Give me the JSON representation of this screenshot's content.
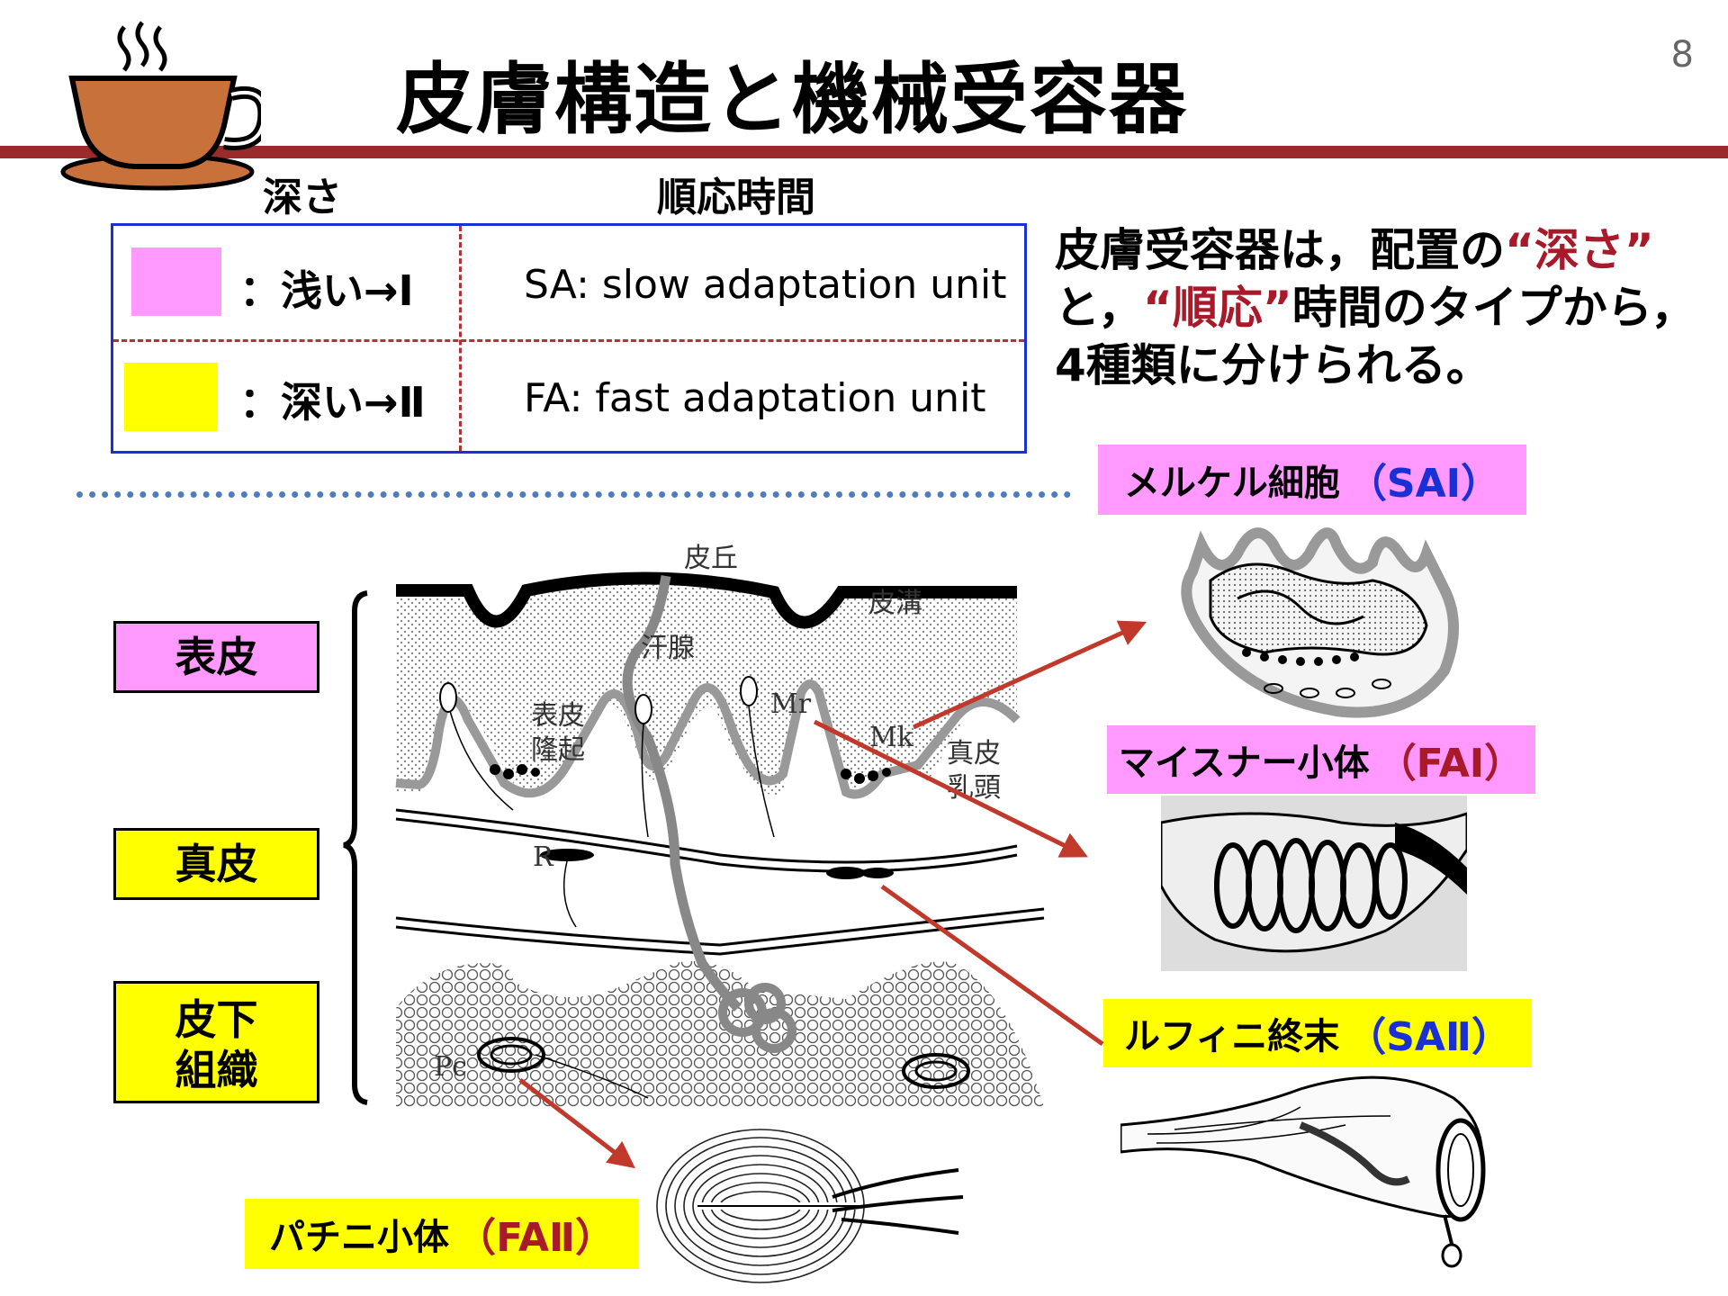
{
  "slide": {
    "title": "皮膚構造と機械受容器",
    "page_number": "8"
  },
  "legend": {
    "depth_header": "深さ",
    "adapt_header": "順応時間",
    "rows": [
      {
        "swatch_color": "#ff99ff",
        "depth_label": "：浅い→Ⅰ",
        "adapt_label": "SA: slow adaptation unit"
      },
      {
        "swatch_color": "#ffff00",
        "depth_label": "：深い→Ⅱ",
        "adapt_label": "FA: fast adaptation unit"
      }
    ]
  },
  "description": {
    "line1_pre": "皮膚受容器は，配置の",
    "line1_hl": "“深さ”",
    "line2_pre": "と，",
    "line2_hl": "“順応”",
    "line2_post": "時間のタイプから，",
    "line3": "4種類に分けられる。"
  },
  "layers": {
    "epidermis": "表皮",
    "dermis": "真皮",
    "subcutis_line1": "皮下",
    "subcutis_line2": "組織"
  },
  "diagram_labels": {
    "hikyu": "皮丘",
    "hiko": "皮溝",
    "kansen": "汗腺",
    "hyohi_ryuki_1": "表皮",
    "hyohi_ryuki_2": "隆起",
    "mr": "Mr",
    "mk": "Mk",
    "shinpi_nyuto_1": "真皮",
    "shinpi_nyuto_2": "乳頭",
    "r": "R",
    "pc": "Pc"
  },
  "receptors": {
    "merkel": {
      "name": "メルケル細胞",
      "code": "（SAⅠ）"
    },
    "meissner": {
      "name": "マイスナー小体",
      "code": "（FAⅠ）"
    },
    "ruffini": {
      "name": "ルフィニ終末",
      "code": "（SAⅡ）"
    },
    "pacini": {
      "name": "パチニ小体",
      "code": "（FAⅡ）"
    }
  },
  "colors": {
    "accent_red": "#a8192a",
    "rule": "#9b2a2b",
    "pink": "#ff99ff",
    "yellow": "#ffff00",
    "blue": "#1a2fd6",
    "arrow": "#c0392b"
  },
  "icons": {
    "logo": "coffee-cup-icon"
  }
}
